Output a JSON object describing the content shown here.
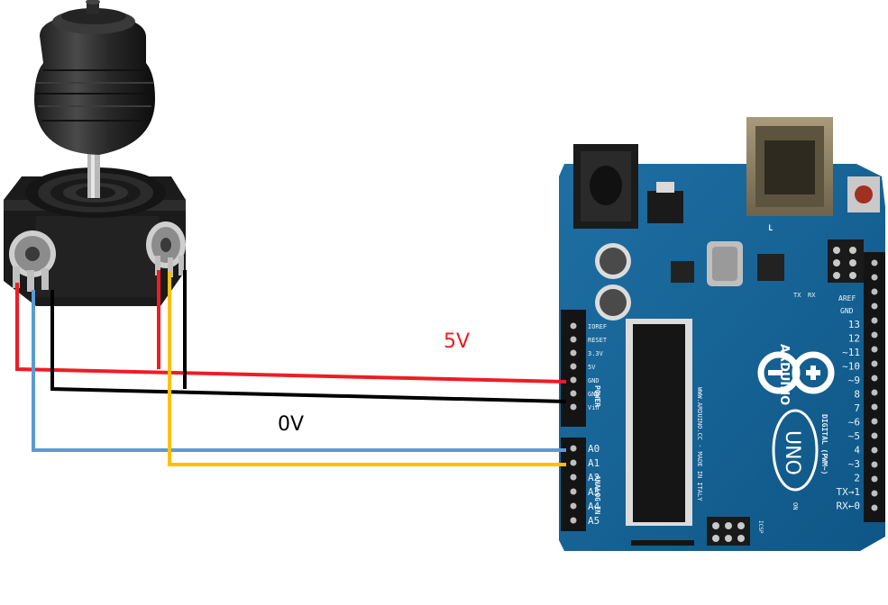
{
  "labels": {
    "power": "5V",
    "ground": "0V"
  },
  "board": {
    "brand": "ARDUINO",
    "model": "UNO",
    "website": "WWW.ARDUINO.CC - MADE IN ITALY",
    "power_header_title": "POWER",
    "analog_header_title": "ANALOG IN",
    "digital_header_title": "DIGITAL (PWM~)",
    "aref_label": "AREF",
    "gnd_label": "GND",
    "on_label": "ON",
    "icsp_label": "ICSP",
    "tx_label": "TX",
    "rx_label": "RX",
    "l_label": "L",
    "power_pins": [
      "IOREF",
      "RESET",
      "3.3V",
      "5V",
      "GND",
      "GND",
      "Vin"
    ],
    "analog_pins": [
      "A0",
      "A1",
      "A2",
      "A3",
      "A4",
      "A5"
    ],
    "digital_pins": [
      "13",
      "12",
      "~11",
      "~10",
      "~9",
      "8",
      "7",
      "~6",
      "~5",
      "4",
      "~3",
      "2",
      "TX→1",
      "RX←0"
    ]
  },
  "wire_colors": {
    "power": "#ee1c25",
    "ground": "#000000",
    "x_axis": "#5b9bd5",
    "y_axis": "#ffc000"
  }
}
